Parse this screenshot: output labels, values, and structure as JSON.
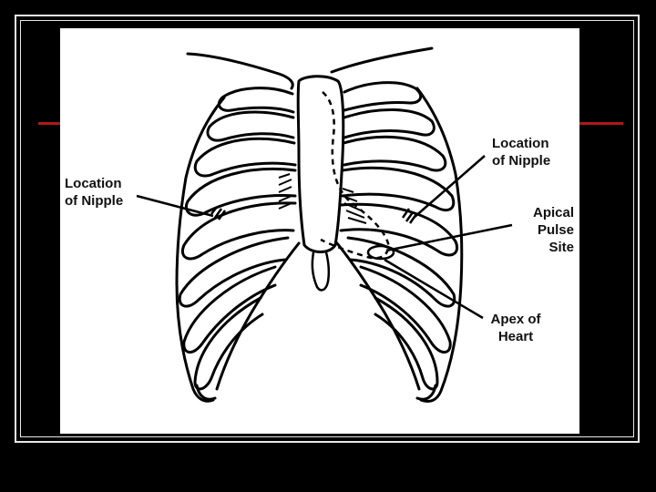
{
  "slide": {
    "border_color": "#e8e8e8",
    "accent_color": "#b01818",
    "background_color": "#000000"
  },
  "diagram": {
    "labels": {
      "nipple_left": [
        "Location",
        "of Nipple"
      ],
      "nipple_right": [
        "Location",
        "of Nipple"
      ],
      "apical_pulse": [
        "Apical",
        "Pulse",
        "Site"
      ],
      "apex": [
        "Apex of",
        "Heart"
      ]
    }
  }
}
